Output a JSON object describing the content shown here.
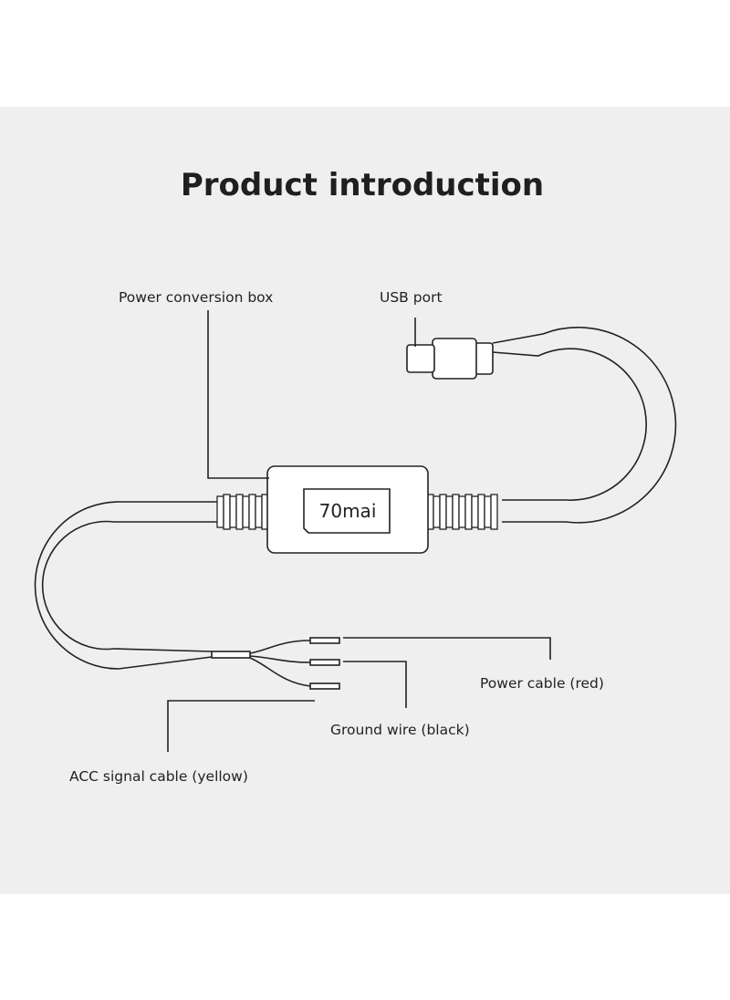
{
  "title": "Product introduction",
  "brand_logo": "70mai",
  "labels": {
    "power_box": "Power conversion box",
    "usb_port": "USB port",
    "power_cable": "Power cable (red)",
    "ground_wire": "Ground wire (black)",
    "acc_cable": "ACC signal cable (yellow)"
  },
  "colors": {
    "panel_background": "#efefef",
    "line": "#222222",
    "text": "#222222"
  }
}
